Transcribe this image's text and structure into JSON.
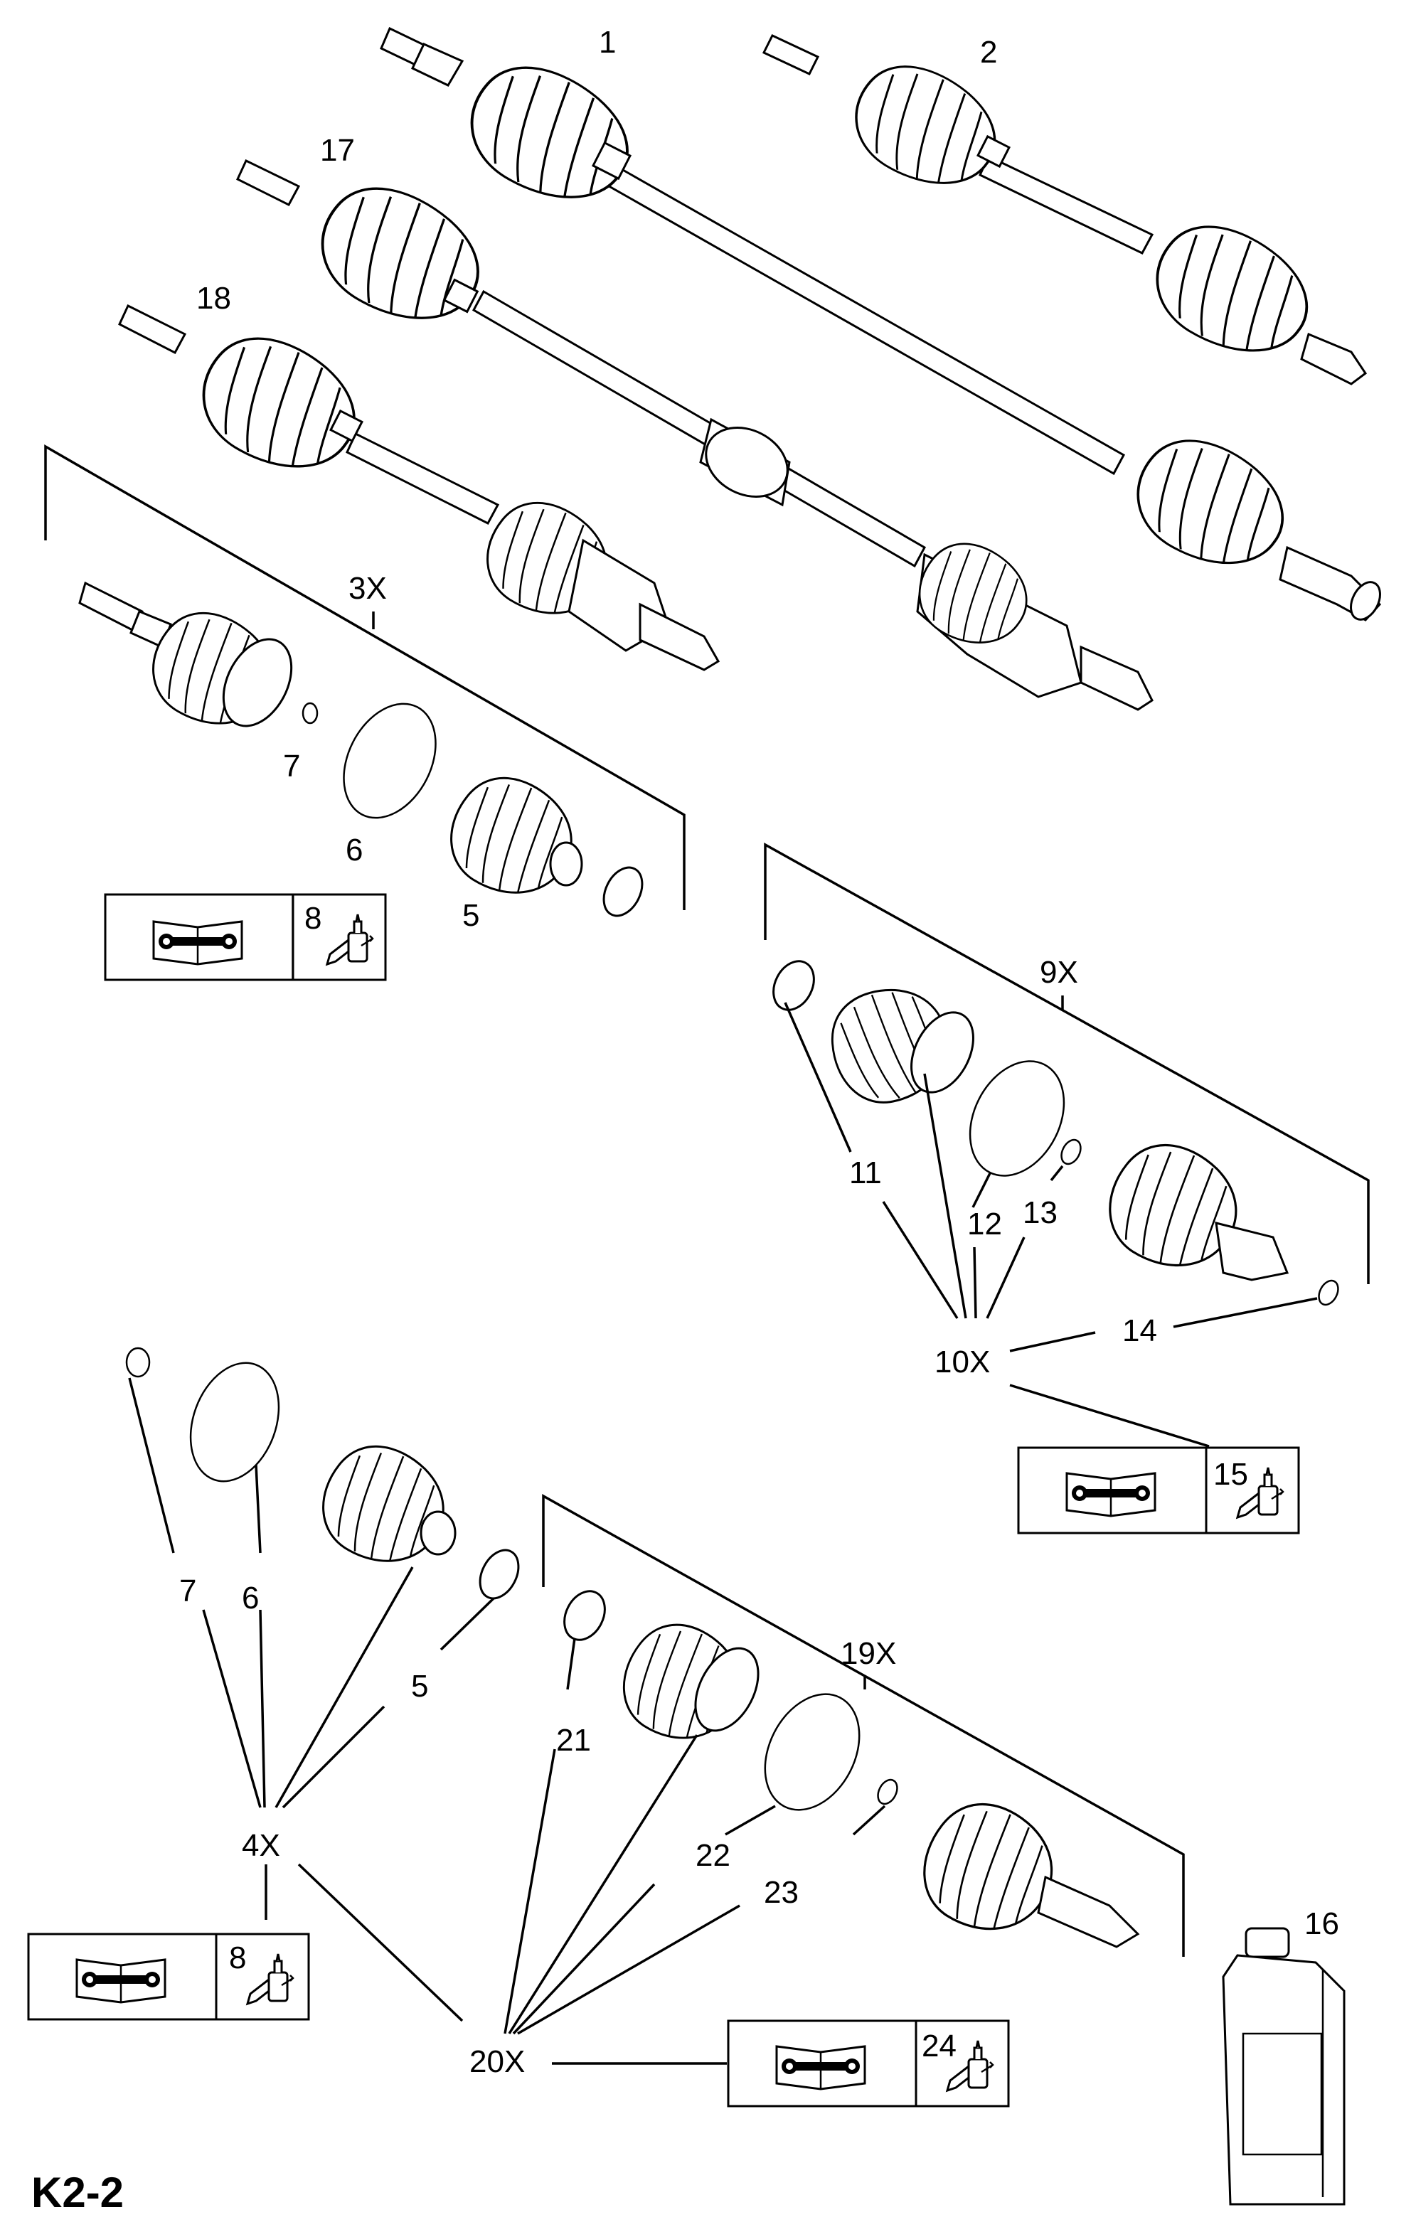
{
  "page_code": "K2-2",
  "callouts": {
    "c1": "1",
    "c2": "2",
    "c17": "17",
    "c18": "18",
    "c3x": "3X",
    "c7a": "7",
    "c6a": "6",
    "c5a": "5",
    "c8a": "8",
    "c9x": "9X",
    "c11": "11",
    "c12": "12",
    "c13": "13",
    "c14": "14",
    "c10x": "10X",
    "c15": "15",
    "c7b": "7",
    "c6b": "6",
    "c5b": "5",
    "c4x": "4X",
    "c8b": "8",
    "c19x": "19X",
    "c21": "21",
    "c22": "22",
    "c23": "23",
    "c20x": "20X",
    "c24": "24",
    "c16": "16"
  },
  "icons": {
    "manual": "manual-wrench-icon",
    "grease": "grease-tube-icon",
    "oil": "oil-bottle-icon"
  }
}
